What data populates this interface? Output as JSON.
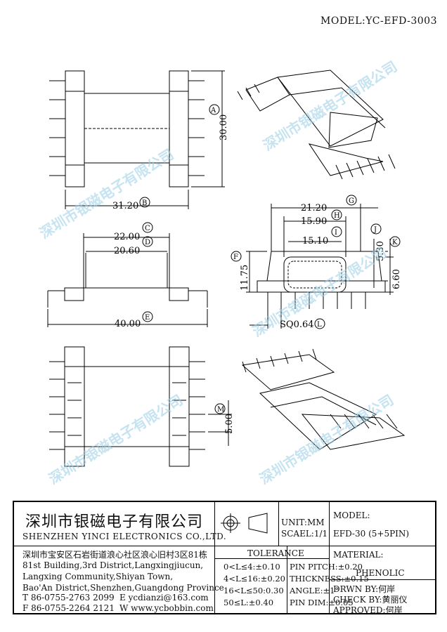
{
  "header": {
    "model": "MODEL:YC-EFD-3003"
  },
  "watermark": "深圳市银磁电子有限公司",
  "dimensions": {
    "A": {
      "value": "30.00",
      "tag": "A"
    },
    "B": {
      "value": "31.20",
      "tag": "B"
    },
    "C": {
      "value": "22.00",
      "tag": "C"
    },
    "D": {
      "value": "20.60",
      "tag": "D"
    },
    "E": {
      "value": "40.00",
      "tag": "E"
    },
    "F": {
      "value": "11.75",
      "tag": "F"
    },
    "G": {
      "value": "21.20",
      "tag": "G"
    },
    "H": {
      "value": "15.90",
      "tag": "H"
    },
    "I": {
      "value": "15.10",
      "tag": "I"
    },
    "J": {
      "value": "5.30",
      "tag": "J"
    },
    "K": {
      "value": "6.60",
      "tag": "K"
    },
    "L": {
      "value": "SQ0.64",
      "tag": "L"
    },
    "M": {
      "value": "5.00",
      "tag": "M"
    }
  },
  "title_block": {
    "company_cn": "深圳市银磁电子有限公司",
    "company_en": "SHENZHEN YINCI ELECTRONICS CO.,LTD.",
    "address_cn": "深圳市宝安区石岩街道浪心社区浪心旧村3区81栋",
    "address_en": [
      "81st Building,3rd District,Langxingjiucun,",
      "Langxing Community,Shiyan Town,",
      "Bao'An District,Shenzhen,Guangdong Province"
    ],
    "tel": "T 86-0755-2763 2099",
    "email": "E ycdianzi@163.com",
    "fax": "F 86-0755-2264 2121",
    "web": "W www.ycbobbin.com",
    "unit": "UNIT:MM",
    "scale": "SCAEL:1/1",
    "model_label": "MODEL:",
    "model_value": "EFD-30 (5+5PIN)",
    "tolerance_title": "TOLERANCE",
    "tolerance_left": [
      "0<L≤4:±0.10",
      "4<L≤16:±0.20",
      "16<L≤50:0.30",
      "50≤L:±0.40"
    ],
    "tolerance_right": [
      "PIN PITCH:±0.20",
      "THICKNESS:±0.15",
      "ANGLE:±1°",
      "PIN DIM:±0.05"
    ],
    "material_label": "MATERIAL:",
    "material_value": "PHENOLIC",
    "drawn_by": "DRWN BY:何岸",
    "check_by": "CHECK BY:黄丽仪",
    "approved": "APPROVED:何岸"
  }
}
